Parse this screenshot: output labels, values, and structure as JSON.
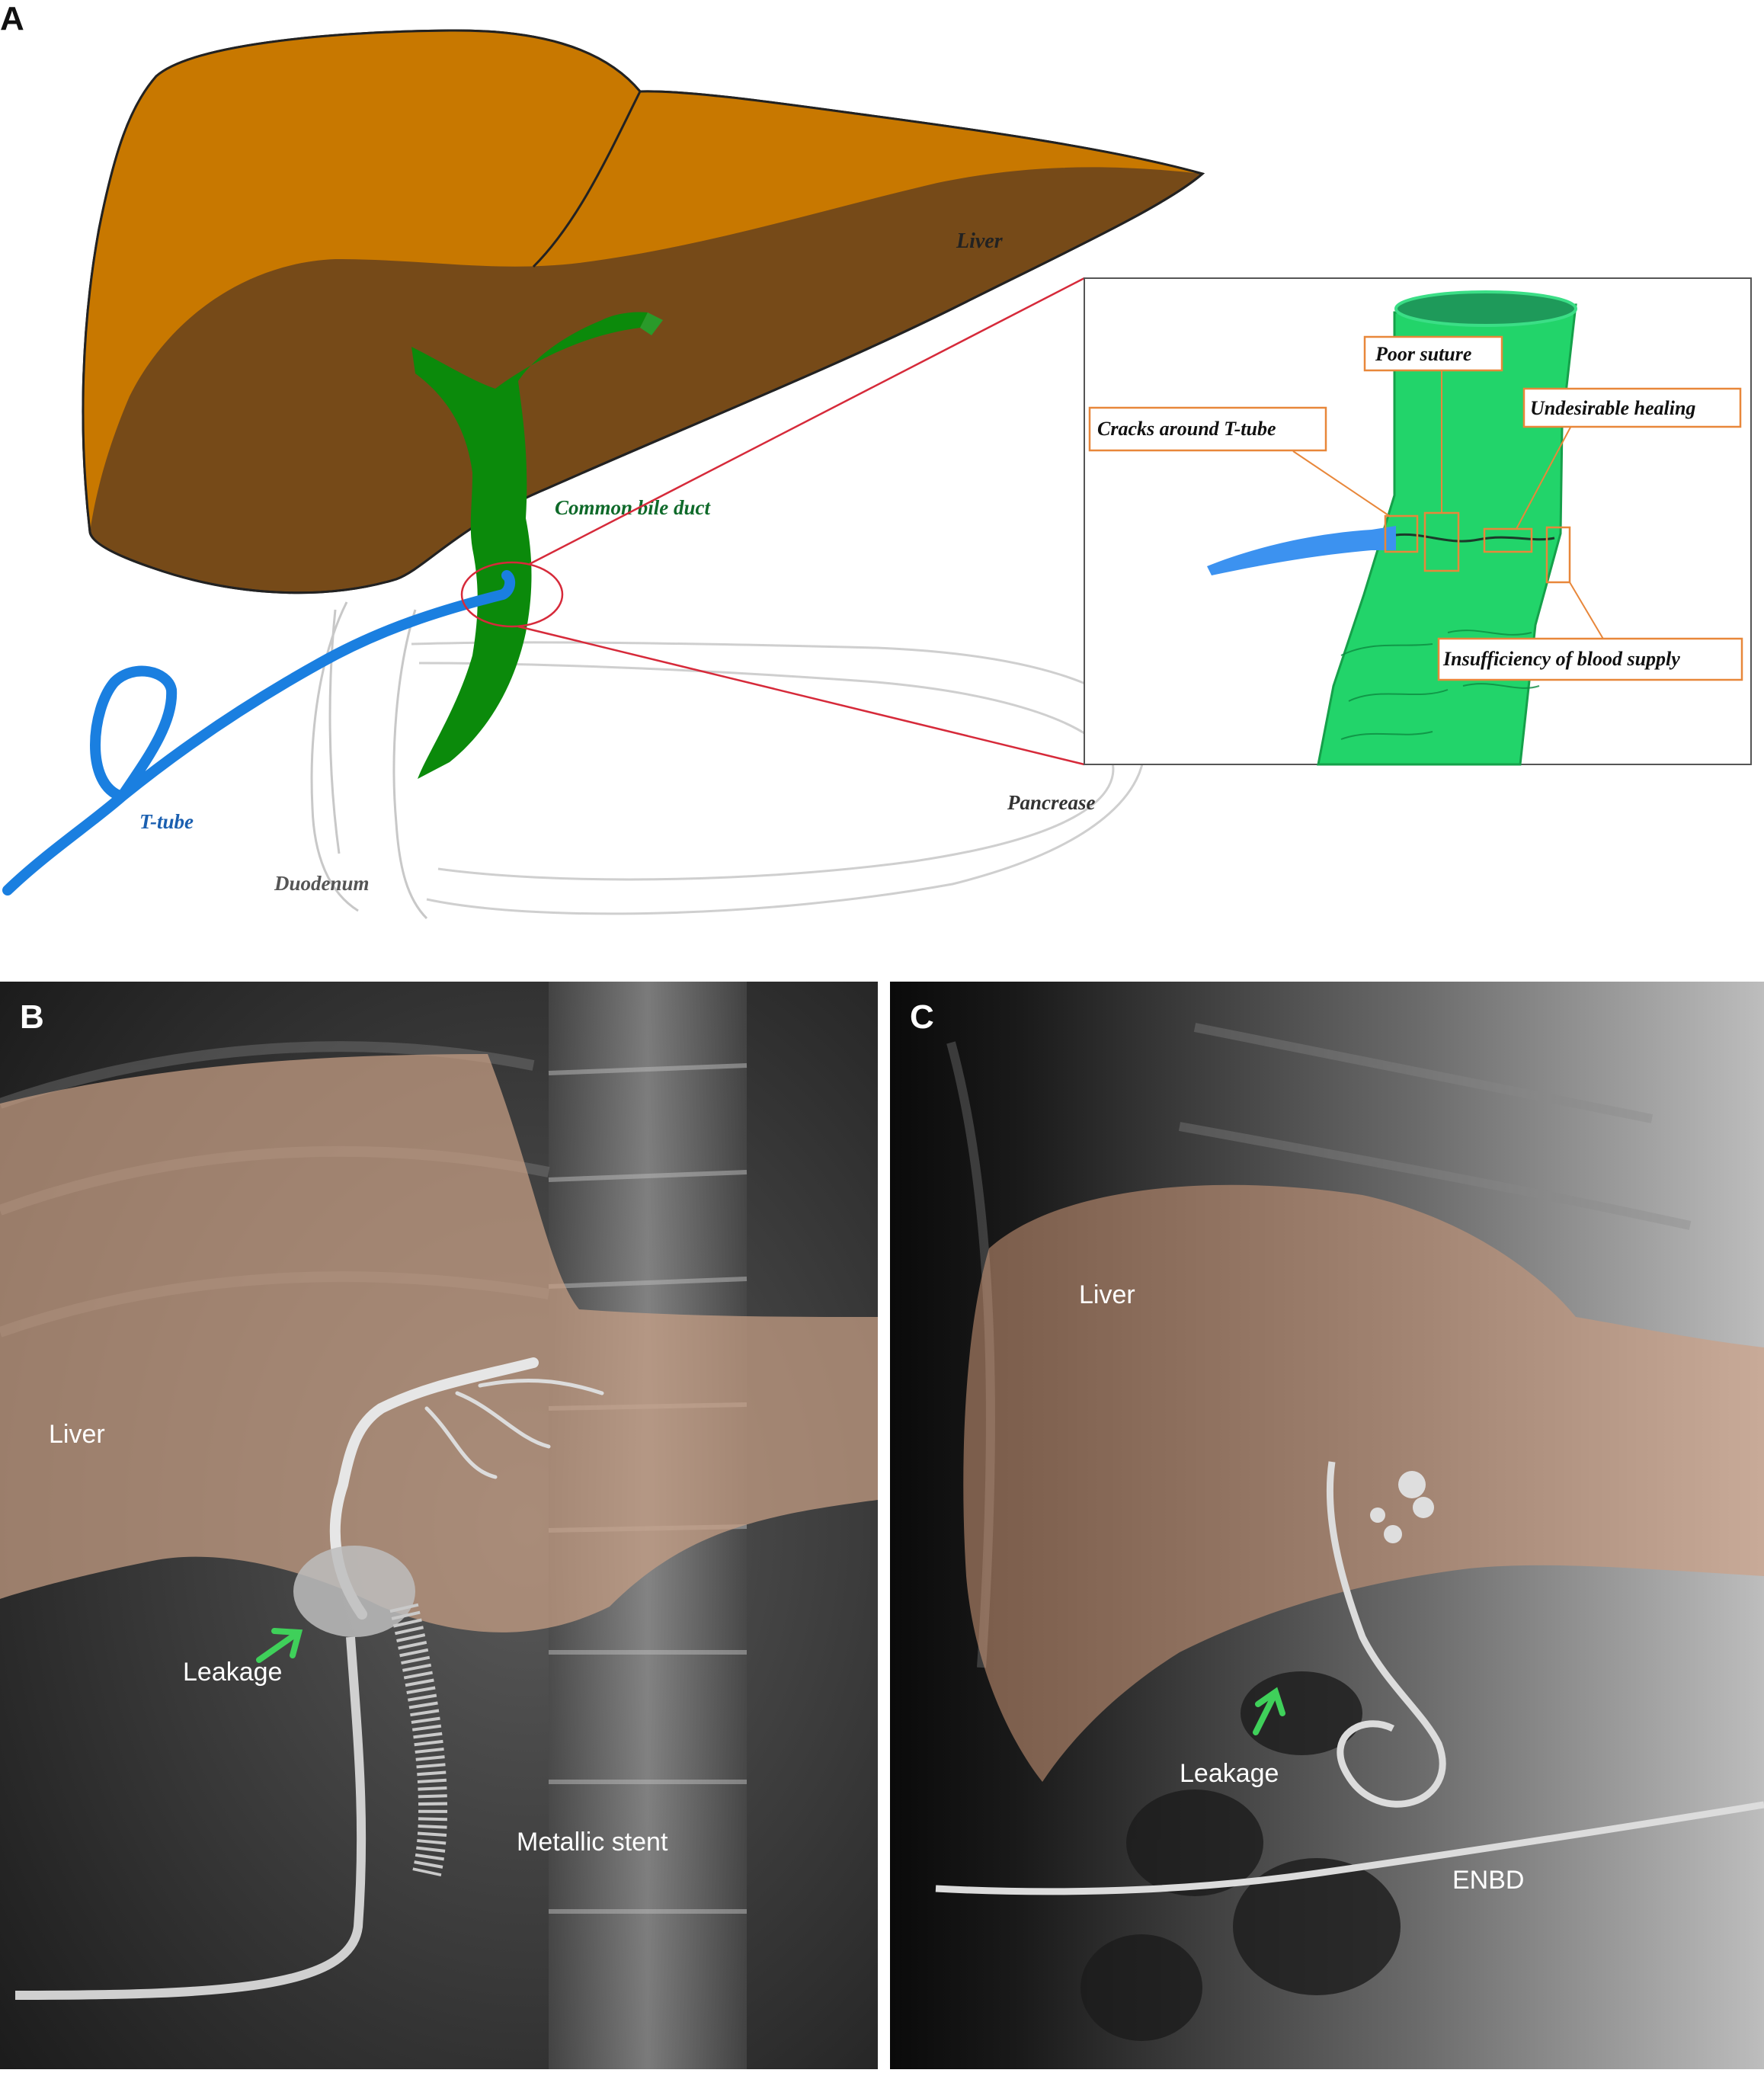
{
  "panels": {
    "a": {
      "label": "A",
      "organs": {
        "liver": "Liver",
        "cbd": "Common bile duct",
        "ttube": "T-tube",
        "duodenum": "Duodenum",
        "pancreas": "Pancrease"
      },
      "inset": {
        "poor_suture": "Poor suture",
        "undesirable_healing": "Undesirable healing",
        "cracks": "Cracks around T-tube",
        "blood_supply": "Insufficiency of blood supply"
      },
      "colors": {
        "liver_light": "#c87800",
        "liver_dark": "#764a18",
        "duct_green": "#0b8a0b",
        "duct_inset": "#22d46a",
        "ttube_blue": "#1a7fe0",
        "callout_orange": "#e8873a",
        "zoom_red": "#d62a3a"
      }
    },
    "b": {
      "label": "B",
      "liver": "Liver",
      "leakage": "Leakage",
      "stent": "Metallic stent"
    },
    "c": {
      "label": "C",
      "liver": "Liver",
      "leakage": "Leakage",
      "enbd": "ENBD"
    }
  }
}
